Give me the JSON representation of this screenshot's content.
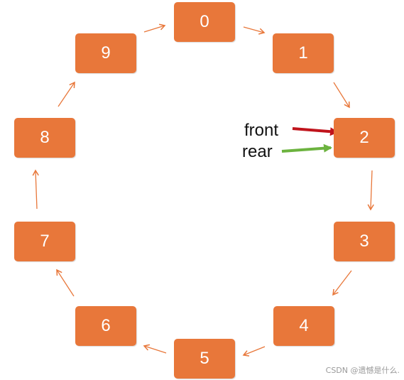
{
  "diagram": {
    "nodes": [
      {
        "id": "0",
        "label": "0"
      },
      {
        "id": "1",
        "label": "1"
      },
      {
        "id": "2",
        "label": "2"
      },
      {
        "id": "3",
        "label": "3"
      },
      {
        "id": "4",
        "label": "4"
      },
      {
        "id": "5",
        "label": "5"
      },
      {
        "id": "6",
        "label": "6"
      },
      {
        "id": "7",
        "label": "7"
      },
      {
        "id": "8",
        "label": "8"
      },
      {
        "id": "9",
        "label": "9"
      }
    ],
    "edges": [
      {
        "from": "0",
        "to": "1"
      },
      {
        "from": "1",
        "to": "2"
      },
      {
        "from": "2",
        "to": "3"
      },
      {
        "from": "3",
        "to": "4"
      },
      {
        "from": "4",
        "to": "5"
      },
      {
        "from": "5",
        "to": "6"
      },
      {
        "from": "6",
        "to": "7"
      },
      {
        "from": "7",
        "to": "8"
      },
      {
        "from": "8",
        "to": "9"
      },
      {
        "from": "9",
        "to": "0"
      }
    ],
    "pointers": [
      {
        "label": "front",
        "target": "2",
        "color": "#c0141c"
      },
      {
        "label": "rear",
        "target": "2",
        "color": "#6cb33f"
      }
    ]
  },
  "colors": {
    "node_fill": "#e8773a",
    "edge": "#e8773a"
  },
  "watermark": "CSDN @遗憾是什么."
}
